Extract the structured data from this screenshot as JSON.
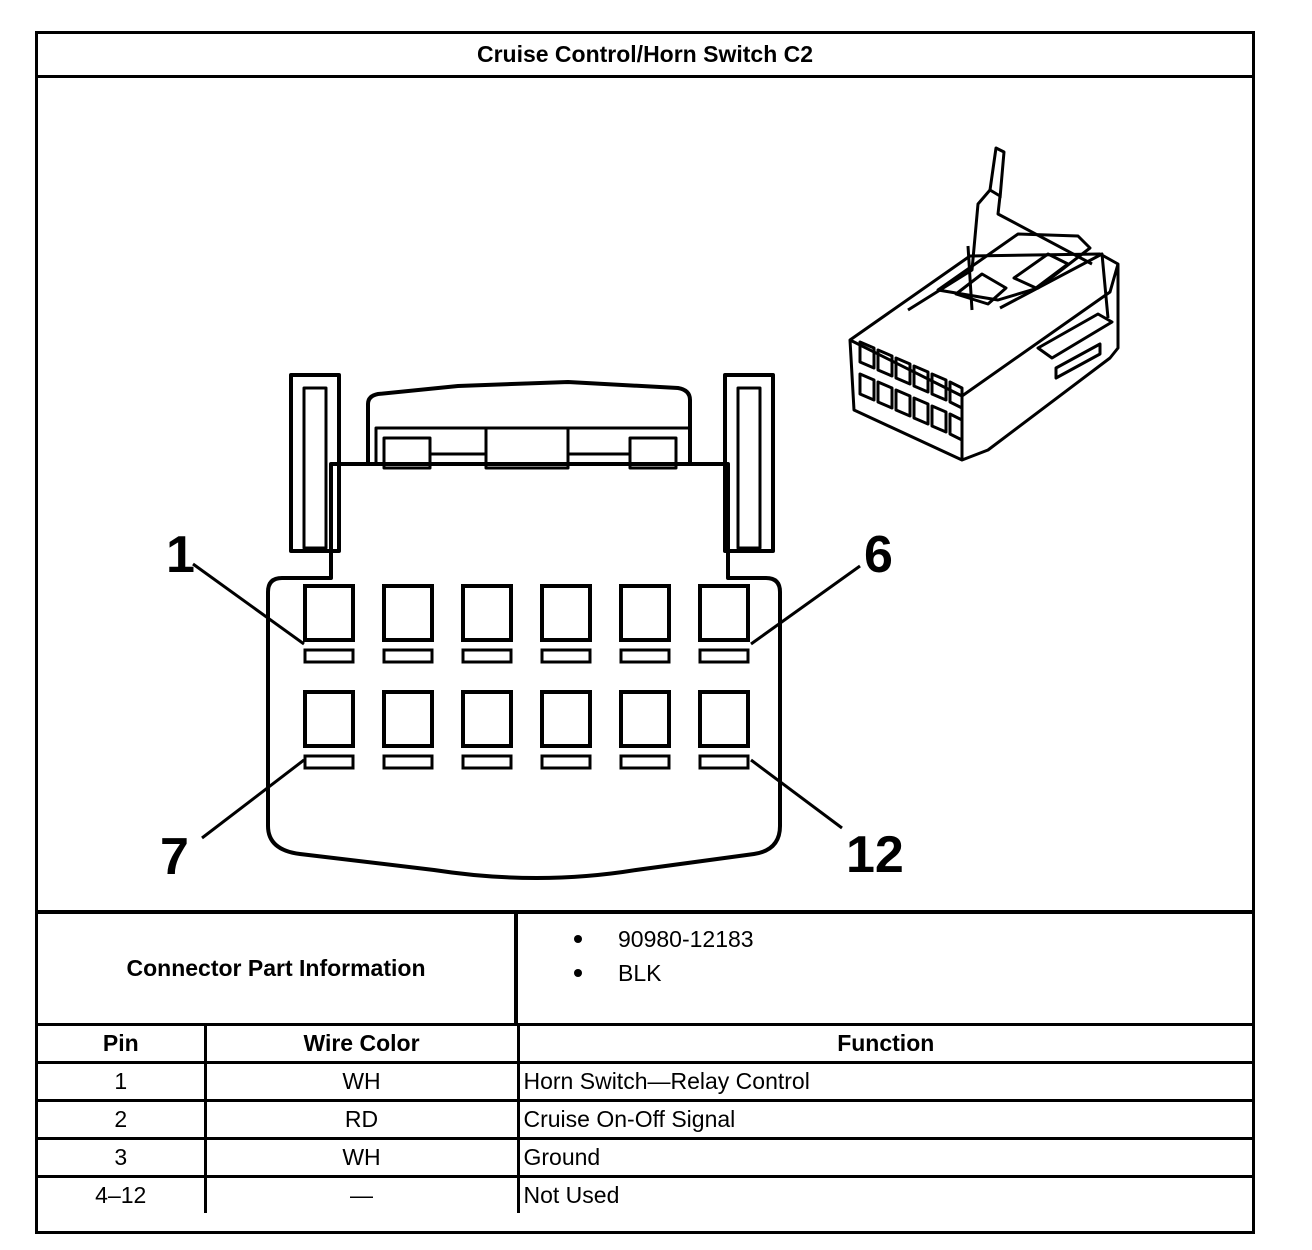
{
  "title": "Cruise Control/Horn Switch C2",
  "diagram": {
    "callouts": {
      "pin1": "1",
      "pin6": "6",
      "pin7": "7",
      "pin12": "12"
    }
  },
  "connector_info": {
    "label": "Connector Part Information",
    "items": [
      "90980-12183",
      "BLK"
    ]
  },
  "pin_table": {
    "headers": {
      "pin": "Pin",
      "wire_color": "Wire Color",
      "function": "Function"
    },
    "rows": [
      {
        "pin": "1",
        "wire_color": "WH",
        "function": "Horn Switch—Relay Control"
      },
      {
        "pin": "2",
        "wire_color": "RD",
        "function": "Cruise On-Off Signal"
      },
      {
        "pin": "3",
        "wire_color": "WH",
        "function": "Ground"
      },
      {
        "pin": "4–12",
        "wire_color": "—",
        "function": "Not Used"
      }
    ]
  }
}
